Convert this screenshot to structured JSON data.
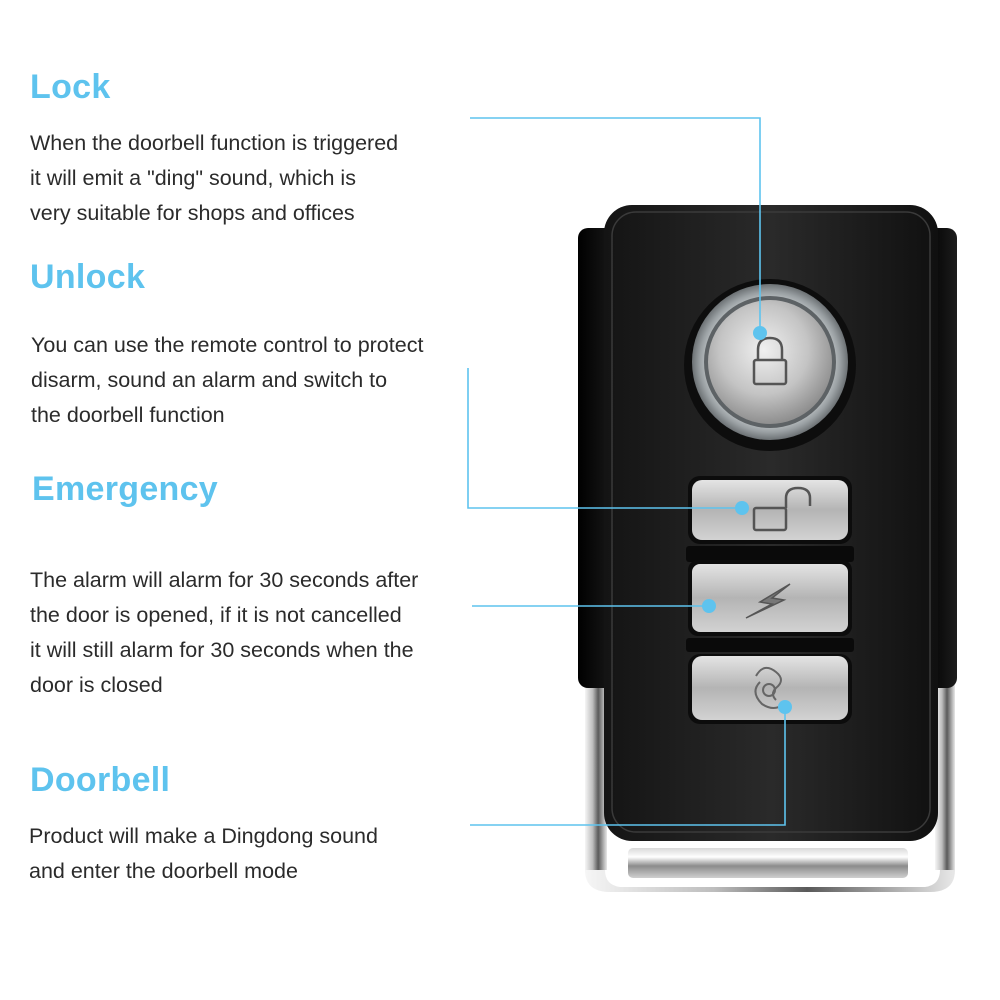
{
  "theme": {
    "accent": "#5ec3ee",
    "text": "#2b2b2b"
  },
  "sections": {
    "lock": {
      "title": "Lock",
      "lines": [
        "When the doorbell function is triggered",
        "it will emit a \"ding\" sound, which is",
        "very suitable for shops and offices"
      ]
    },
    "unlock": {
      "title": "Unlock",
      "lines": [
        "You can use the remote control to protect",
        "disarm, sound an alarm and switch to",
        "the doorbell function"
      ]
    },
    "emergency": {
      "title": "Emergency",
      "lines": [
        "The alarm will alarm for 30 seconds after",
        "the door is opened, if it is not cancelled",
        "it will still alarm for 30 seconds when the",
        "door is closed"
      ]
    },
    "doorbell": {
      "title": "Doorbell",
      "lines": [
        "Product will make a Dingdong sound",
        "and enter the doorbell mode"
      ]
    }
  },
  "remote": {
    "buttons": [
      {
        "name": "lock",
        "icon": "lock-icon"
      },
      {
        "name": "unlock",
        "icon": "unlock-icon"
      },
      {
        "name": "emergency",
        "icon": "lightning-icon"
      },
      {
        "name": "doorbell",
        "icon": "bell-icon"
      }
    ]
  }
}
